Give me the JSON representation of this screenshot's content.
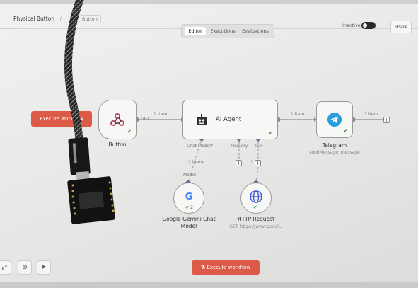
{
  "header": {
    "title": "Physical Button",
    "separator": "/",
    "tag": "Button",
    "inactive_label": "Inactive",
    "share_label": "Share"
  },
  "tabs": [
    {
      "label": "Editor",
      "active": true
    },
    {
      "label": "Executions",
      "active": false
    },
    {
      "label": "Evaluations",
      "active": false
    }
  ],
  "canvas": {
    "execute_left_label": "Execute workflow",
    "execute_bottom_label": "Execute workflow",
    "nodes": {
      "button": {
        "label": "Button",
        "icon": "webhook-icon"
      },
      "agent": {
        "label": "AI Agent",
        "icon": "robot-icon",
        "ports": [
          "Chat Model*",
          "Memory",
          "Tool"
        ]
      },
      "telegram": {
        "label": "Telegram",
        "sublabel": "sendMessage: message",
        "icon": "telegram-icon"
      },
      "gemini": {
        "label": "Google Gemini Chat Model",
        "icon_text": "G",
        "badge": "2"
      },
      "http": {
        "label": "HTTP Request",
        "sublabel": "GET: https://www.googl...",
        "icon": "globe-icon"
      }
    },
    "edges": {
      "button_to_agent": "1 item",
      "button_method": "GET",
      "agent_to_telegram": "1 item",
      "telegram_out": "1 item",
      "gemini_to_agent": "2 items",
      "model_port": "Model",
      "tool_port": "1"
    },
    "colors": {
      "accent": "#dc5b48",
      "check": "#3c8b4e",
      "port": "#7a6e96",
      "telegram": "#2a9ed8"
    }
  },
  "photo_overlay": {
    "object": "usb-cable-with-circuit-board"
  }
}
